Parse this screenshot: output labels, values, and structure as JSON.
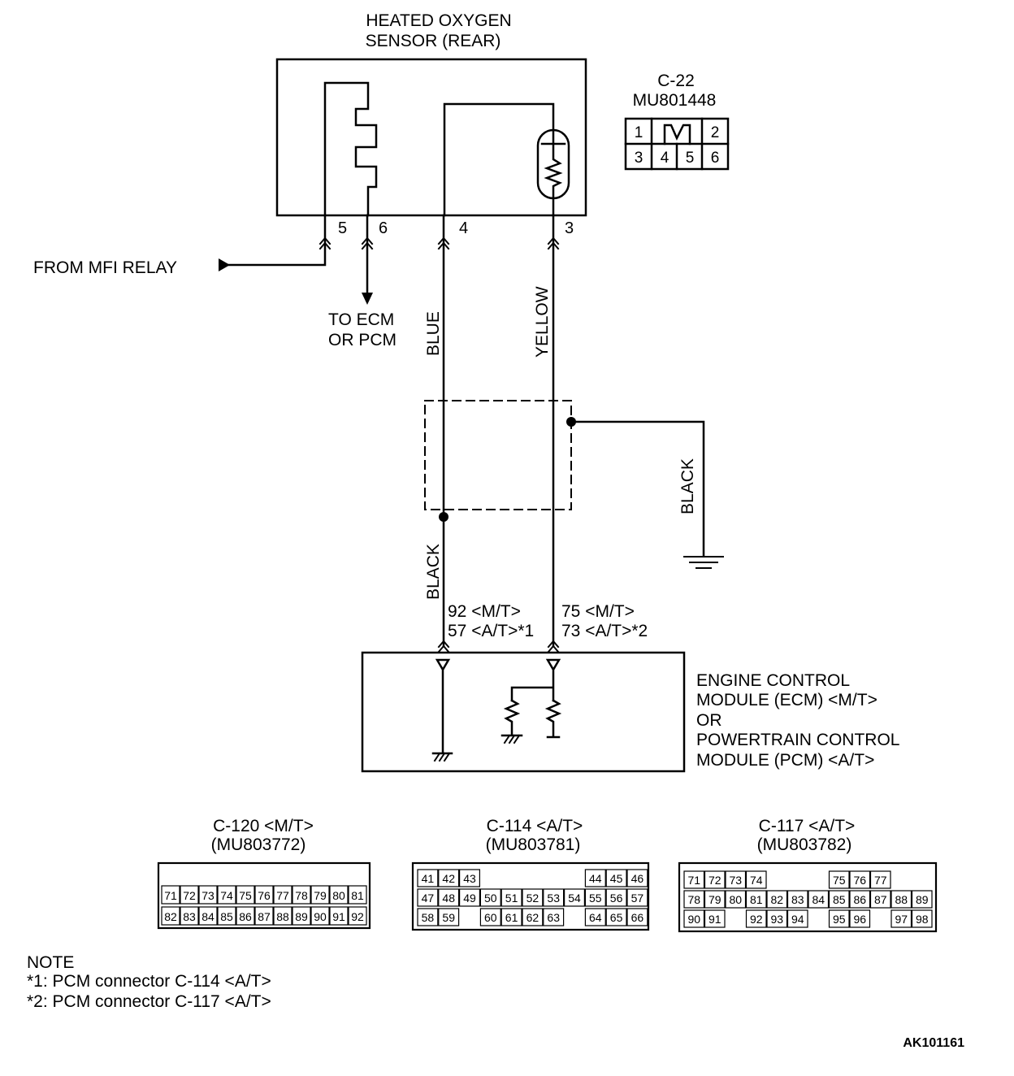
{
  "sensor": {
    "title_line1": "HEATED OXYGEN",
    "title_line2": "SENSOR (REAR)",
    "pins": [
      "5",
      "6",
      "4",
      "3"
    ]
  },
  "c22": {
    "code": "C-22",
    "part": "MU801448",
    "pins": [
      "1",
      "2",
      "3",
      "4",
      "5",
      "6"
    ]
  },
  "labels": {
    "from_relay": "FROM MFI RELAY",
    "to_ecm_1": "TO ECM",
    "to_ecm_2": "OR PCM",
    "wire_blue": "BLUE",
    "wire_yellow": "YELLOW",
    "wire_black_shield": "BLACK",
    "wire_black_ground": "BLACK",
    "term_left_1": "92 <M/T>",
    "term_left_2": "57 <A/T>*1",
    "term_right_1": "75 <M/T>",
    "term_right_2": "73 <A/T>*2"
  },
  "module": {
    "lines": [
      "ENGINE CONTROL",
      "MODULE (ECM) <M/T>",
      "OR",
      "POWERTRAIN CONTROL",
      "MODULE (PCM) <A/T>"
    ]
  },
  "connectors": [
    {
      "code": "C-120 <M/T>",
      "part": "(MU803772)",
      "row1": [
        "71",
        "72",
        "73",
        "74",
        "75",
        "76",
        "77",
        "78",
        "79",
        "80",
        "81"
      ],
      "row2": [
        "82",
        "83",
        "84",
        "85",
        "86",
        "87",
        "88",
        "89",
        "90",
        "91",
        "92"
      ]
    },
    {
      "code": "C-114 <A/T>",
      "part": "(MU803781)",
      "row0": [
        "41",
        "42",
        "43",
        "",
        "",
        "",
        "",
        "",
        "44",
        "45",
        "46"
      ],
      "row1": [
        "47",
        "48",
        "49",
        "50",
        "51",
        "52",
        "53",
        "54",
        "55",
        "56",
        "57"
      ],
      "row2": [
        "58",
        "59",
        "",
        "60",
        "61",
        "62",
        "63",
        "",
        "64",
        "65",
        "66"
      ]
    },
    {
      "code": "C-117 <A/T>",
      "part": "(MU803782)",
      "row0": [
        "71",
        "72",
        "73",
        "74",
        "",
        "",
        "",
        "75",
        "76",
        "77"
      ],
      "row1": [
        "78",
        "79",
        "80",
        "81",
        "82",
        "83",
        "84",
        "85",
        "86",
        "87",
        "88",
        "89"
      ],
      "row2": [
        "90",
        "91",
        "",
        "92",
        "93",
        "94",
        "",
        "95",
        "96",
        "",
        "97",
        "98"
      ]
    }
  ],
  "note": {
    "title": "NOTE",
    "line1": "*1: PCM connector C-114 <A/T>",
    "line2": "*2: PCM connector C-117 <A/T>"
  },
  "figure_code": "AK101161"
}
